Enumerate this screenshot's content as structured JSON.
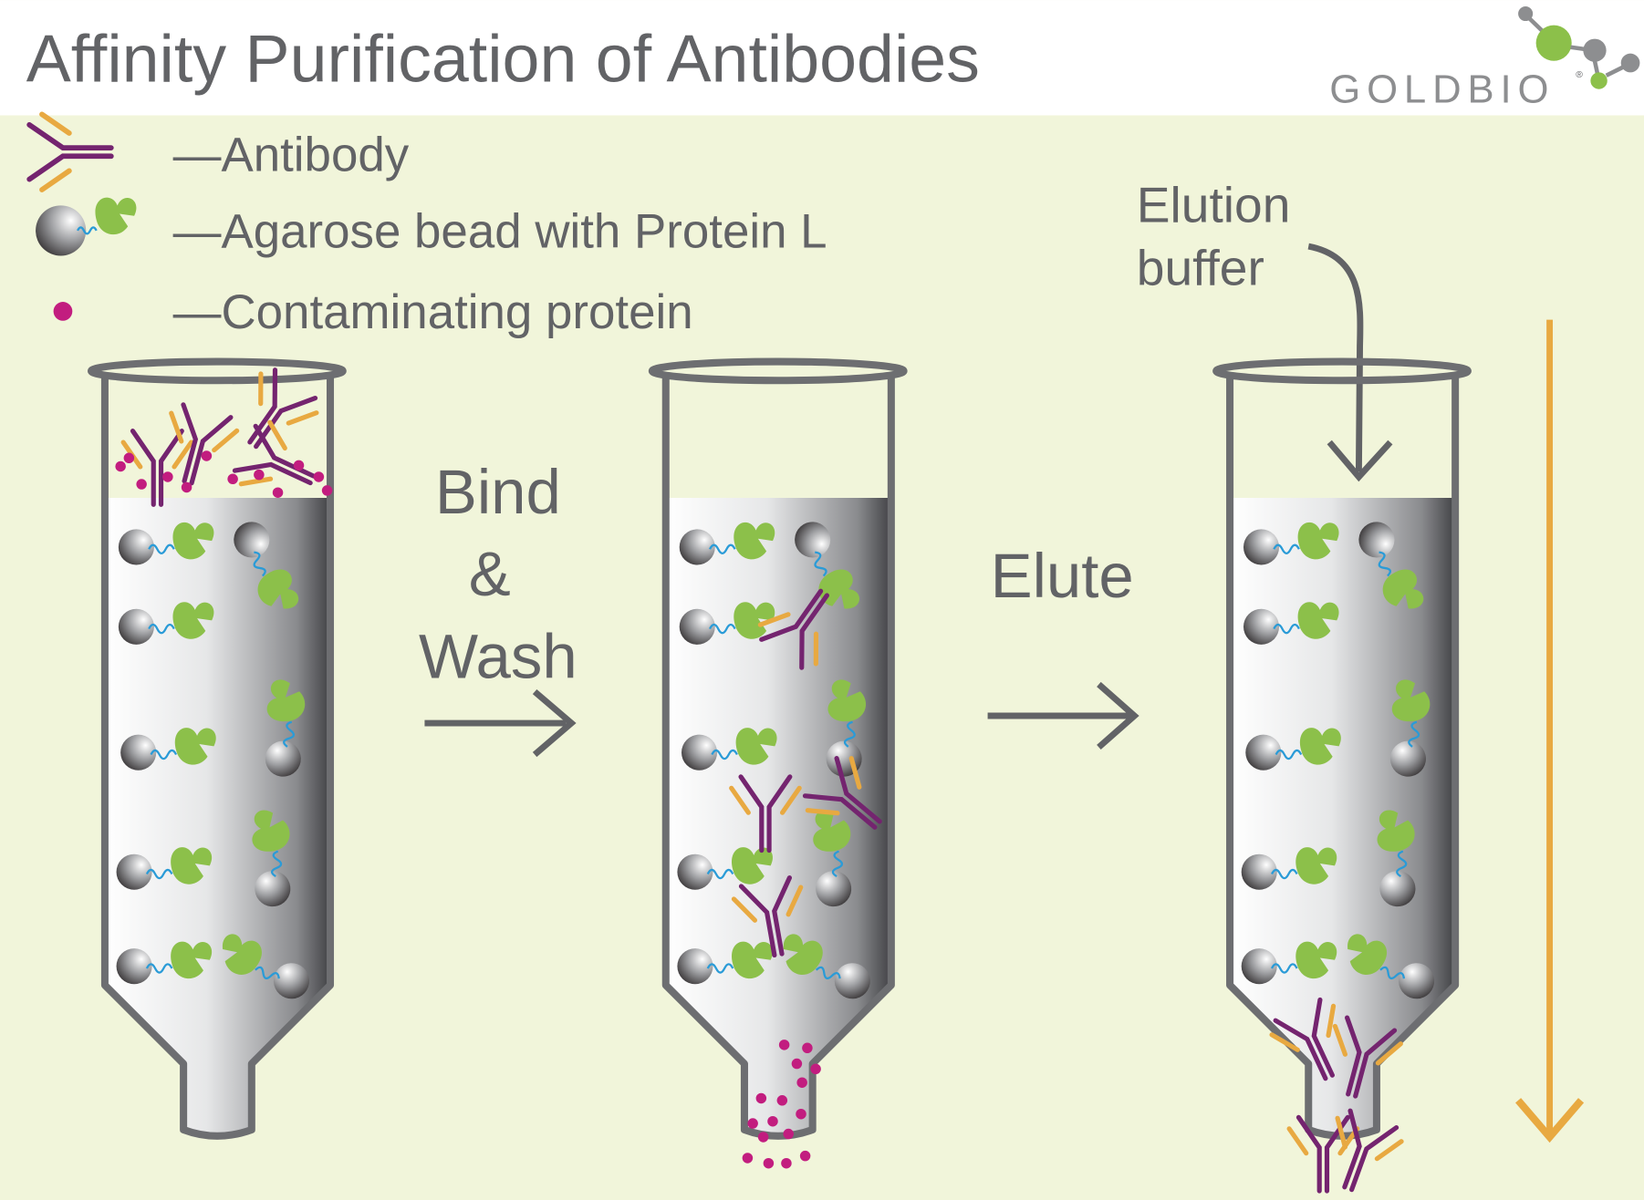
{
  "title": "Affinity Purification of Antibodies",
  "logo": {
    "text": "GOLDBIO",
    "mark": "®"
  },
  "legend": [
    {
      "icon": "antibody-icon",
      "label": "—Antibody"
    },
    {
      "icon": "agarose-bead-icon",
      "label": "—Agarose bead with Protein L"
    },
    {
      "icon": "contaminating-protein-icon",
      "label": "—Contaminating protein"
    }
  ],
  "steps": {
    "bind_line1": "Bind",
    "bind_line2": "&",
    "bind_line3": "Wash",
    "elute": "Elute",
    "elution_buffer_line1": "Elution",
    "elution_buffer_line2": "buffer"
  },
  "colors": {
    "background": "#f1f5da",
    "header": "#ffffff",
    "text": "#626366",
    "antibody_heavy": "#74246f",
    "antibody_light": "#e8a941",
    "protein_l": "#8cc04a",
    "linker": "#2a9bd7",
    "contaminant": "#c21d7f",
    "flow_arrow": "#e8a941",
    "column_outline": "#6d6e71"
  }
}
